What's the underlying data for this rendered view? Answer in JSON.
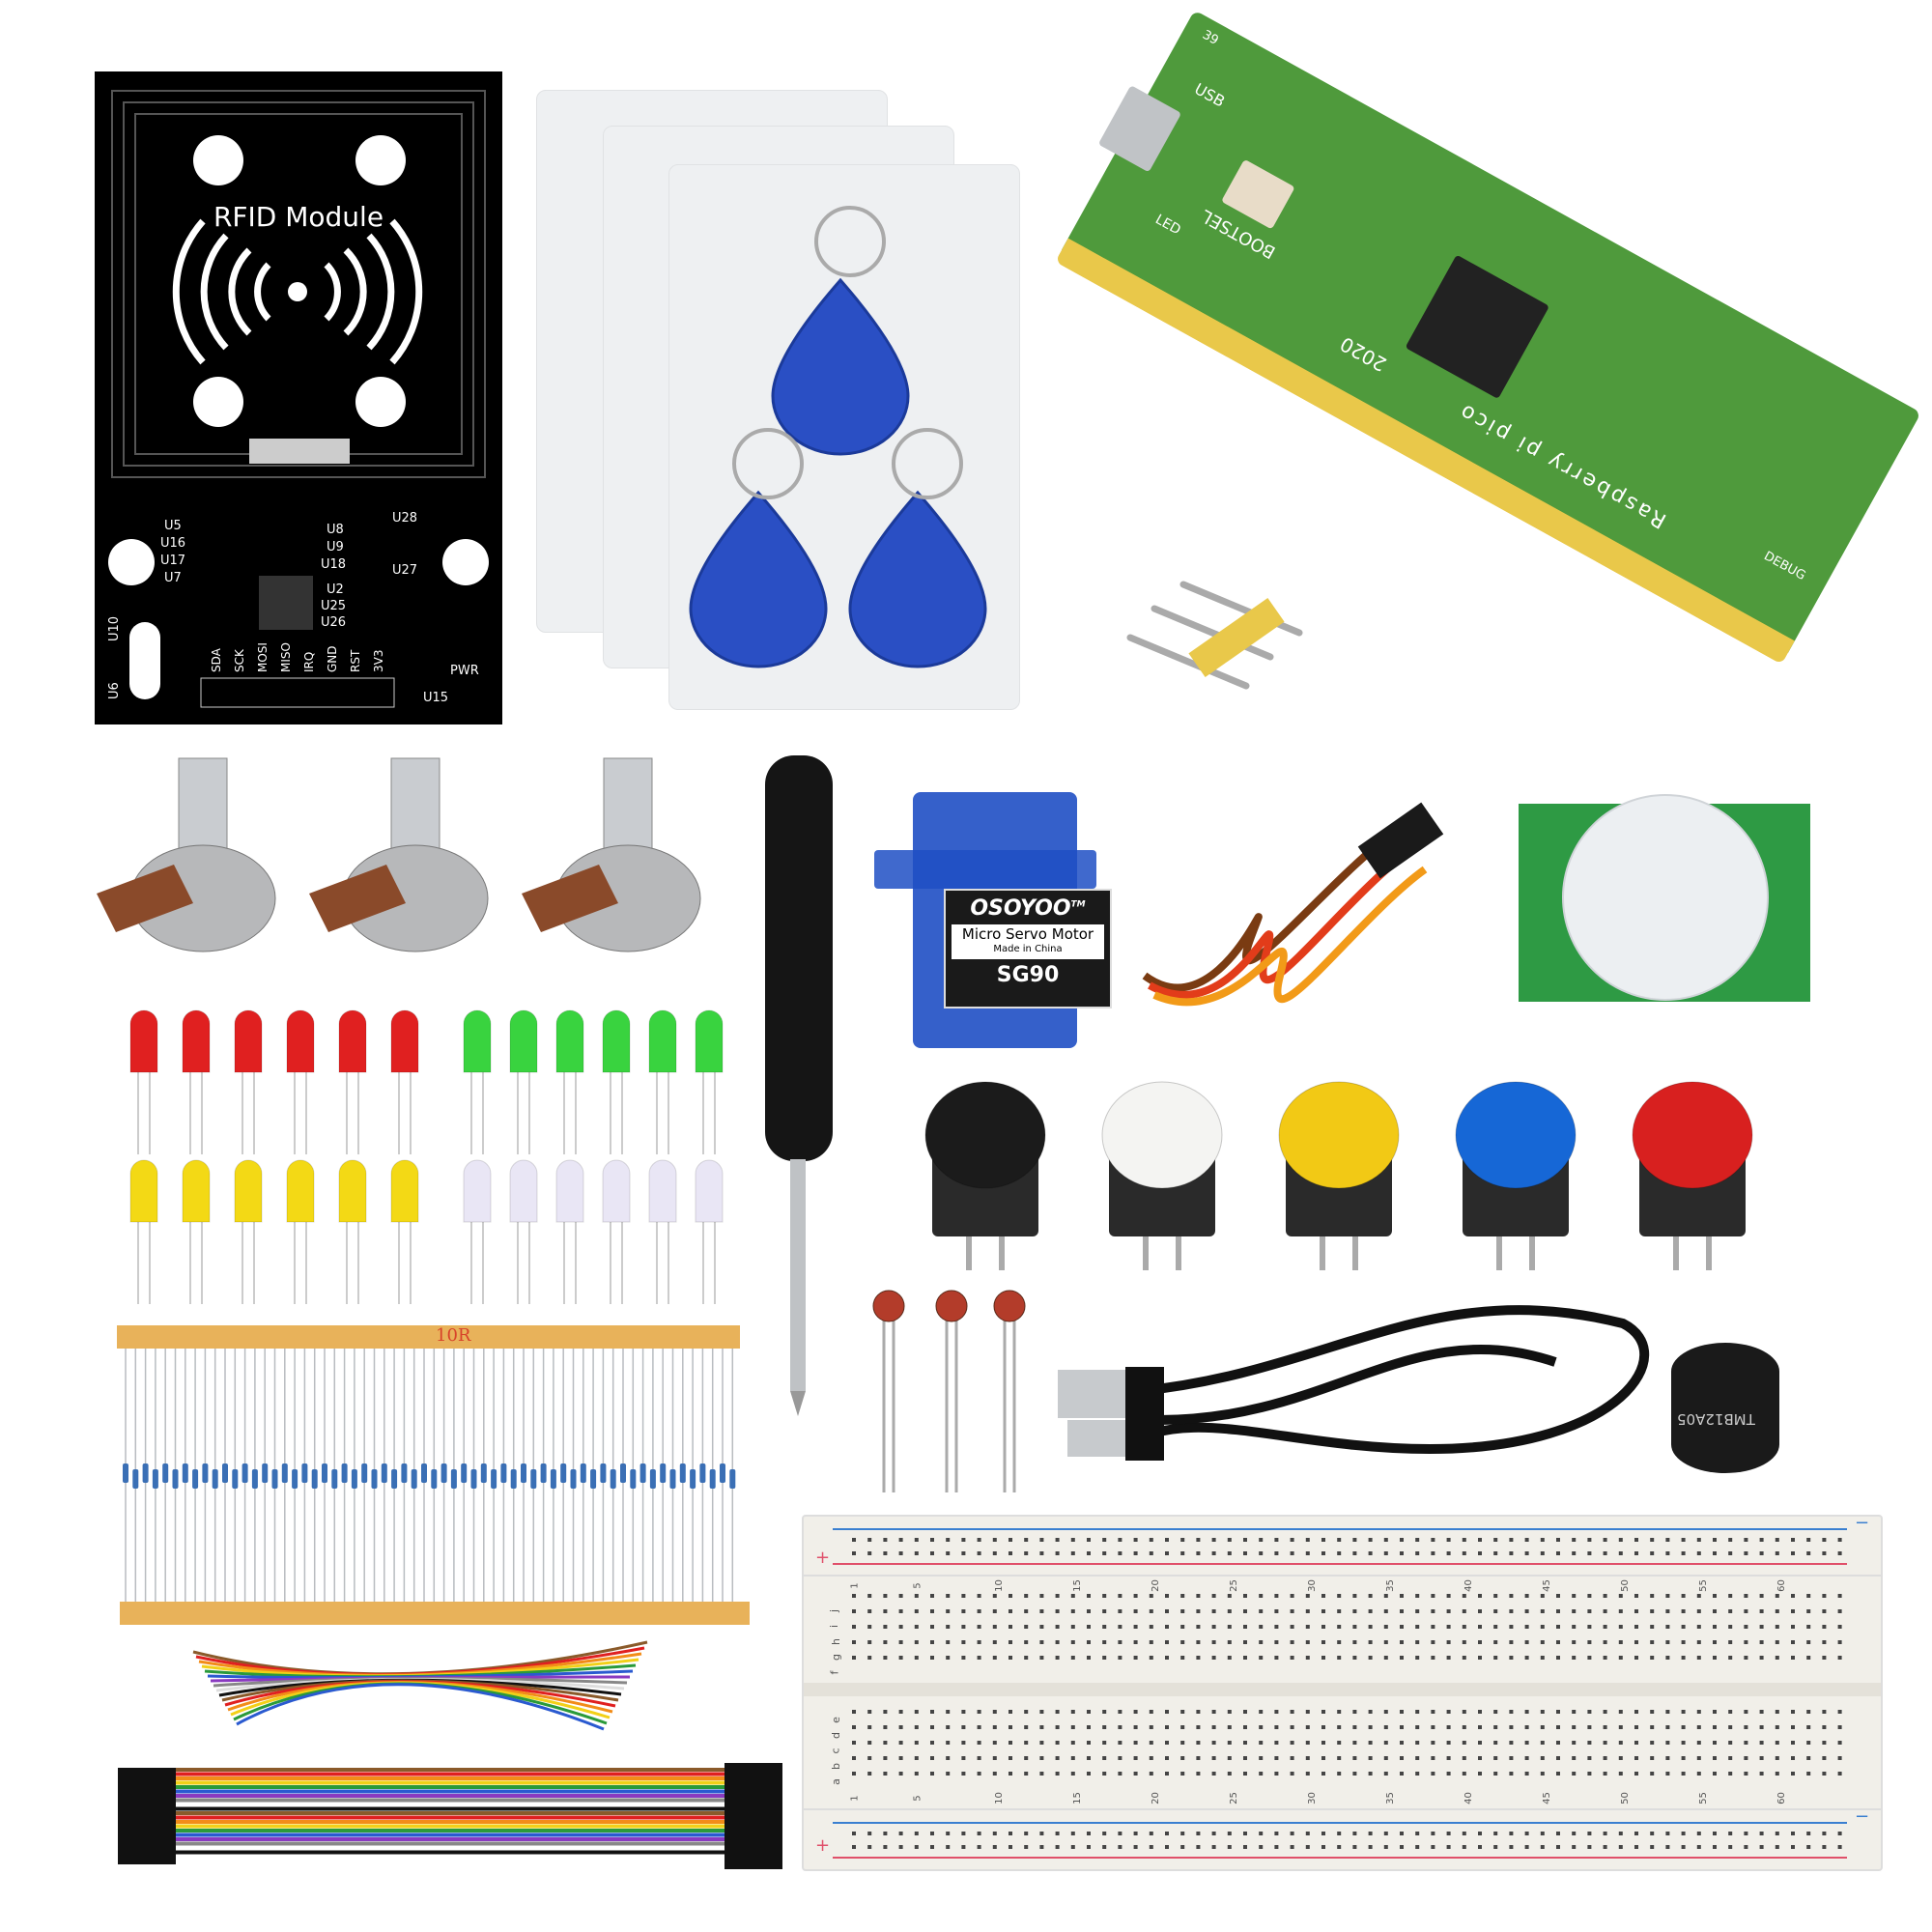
{
  "rfid_module": {
    "title": "RFID Module",
    "left_parts": [
      "U5",
      "U16",
      "U17",
      "U7"
    ],
    "right_parts": [
      "U8",
      "U9",
      "U18",
      "U2",
      "U25",
      "U26"
    ],
    "crystal_parts": [
      "U28",
      "U27"
    ],
    "side_parts": [
      "U10",
      "U6"
    ],
    "pins": [
      "SDA",
      "SCK",
      "MOSI",
      "MISO",
      "IRQ",
      "GND",
      "RST",
      "3V3"
    ],
    "pwr_label": "PWR",
    "u15_label": "U15"
  },
  "pico": {
    "brand_text": "Raspberry pi pico",
    "year": "2020",
    "bootsel": "BOOTSEL",
    "usb": "USB",
    "led": "LED",
    "debug": "DEBUG",
    "pin_number": "39",
    "board_color": "#4f9a3c",
    "header_color": "#e9c84a"
  },
  "servo": {
    "brand": "OSOYOO",
    "trademark": "TM",
    "description": "Micro Servo Motor",
    "origin": "Made in China",
    "model": "SG90",
    "body_color": "#1f4fc4"
  },
  "resistors": {
    "tape_label": "10R"
  },
  "buzzer": {
    "label": "TMB12A05"
  },
  "breadboard": {
    "column_numbers": [
      "1",
      "5",
      "10",
      "15",
      "20",
      "25",
      "30",
      "35",
      "40",
      "45",
      "50",
      "55",
      "60"
    ],
    "row_letters_top": [
      "f",
      "g",
      "h",
      "i",
      "j"
    ],
    "row_letters_bottom": [
      "a",
      "b",
      "c",
      "d",
      "e"
    ],
    "rail_plus": "+",
    "rail_minus": "−"
  },
  "buttons": {
    "cap_colors": [
      "#1b1b1b",
      "#f4f4f2",
      "#f2c915",
      "#1667d6",
      "#d8201f"
    ]
  },
  "leds": {
    "row1": [
      "#e02020",
      "#39d33f"
    ],
    "row2": [
      "#f3d915",
      "#e9e6f5"
    ]
  }
}
